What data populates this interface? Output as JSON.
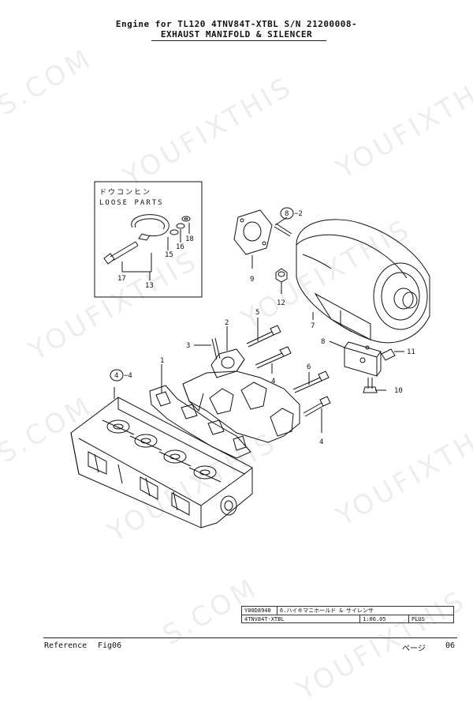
{
  "header": {
    "line1": "Engine for TL120  4TNV84T-XTBL  S/N 21200008-",
    "line2": "EXHAUST MANIFOLD & SILENCER"
  },
  "watermark": {
    "text_brand": "YOUFIXTHIS",
    "text_dotcom": "S.COM",
    "color": "#000000"
  },
  "inset": {
    "label_jp": "ドウコンヒン",
    "label_en": "LOOSE PARTS"
  },
  "callouts": {
    "c1": "1",
    "c2": "2",
    "c3": "3",
    "c4a": "4",
    "c4b": "4",
    "c4_ref": "4",
    "c4_ref_suffix": "−4",
    "c5": "5",
    "c6": "6",
    "c7": "7",
    "c8": "8",
    "c8_ref": "8",
    "c8_ref_suffix": "−2",
    "c9": "9",
    "c10": "10",
    "c11": "11",
    "c12": "12",
    "c13": "13",
    "c15": "15",
    "c16": "16",
    "c17": "17",
    "c18": "18"
  },
  "title_block": {
    "code": "Y00D8940",
    "desc": "6.ハイキマニホールド & サイレンサ",
    "model": "4TNV84T-XTBL",
    "date": "1:06.05",
    "blank": "",
    "plus": "PLUS"
  },
  "footer": {
    "reference": "Reference",
    "figure": "Fig06",
    "page_label": "ページ",
    "page": "06"
  }
}
